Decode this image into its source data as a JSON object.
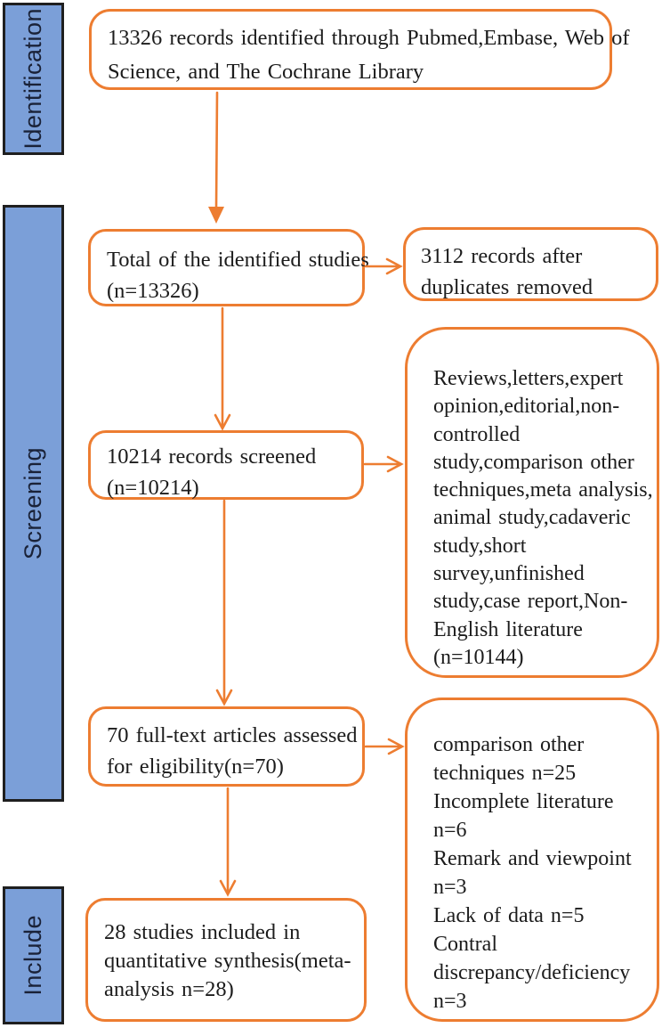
{
  "colors": {
    "accent": "#ED7D31",
    "stage_fill": "#7B9FD8",
    "stage_border": "#1F1F1F",
    "stage_text": "#1A2238",
    "box_text": "#1C1C1C"
  },
  "stages": {
    "identification": "Identification",
    "screening": "Screening",
    "include": "Include"
  },
  "boxes": {
    "records_identified": {
      "lines": [
        "13326 records identified through Pubmed,Embase, Web of",
        "Science, and The Cochrane Library"
      ]
    },
    "total_identified": {
      "lines": [
        "Total of the identified studies",
        "(n=13326)"
      ]
    },
    "duplicates_removed": {
      "lines": [
        "3112 records after",
        "duplicates removed"
      ]
    },
    "records_screened": {
      "lines": [
        "10214 records screened",
        "(n=10214)"
      ]
    },
    "screening_exclusions": {
      "lines": [
        "Reviews,letters,expert",
        "opinion,editorial,non-",
        "controlled",
        "study,comparison other",
        "techniques,meta analysis,",
        "animal study,cadaveric",
        "study,short",
        "survey,unfinished",
        "study,case report,Non-",
        "English literature",
        "(n=10144)"
      ]
    },
    "fulltext_assessed": {
      "lines": [
        "70 full-text articles assessed",
        "for eligibility(n=70)"
      ]
    },
    "fulltext_exclusions": {
      "lines": [
        "comparison other",
        "techniques n=25",
        "Incomplete literature",
        "n=6",
        "Remark and viewpoint",
        "n=3",
        "Lack of data n=5",
        "Contral",
        "discrepancy/deficiency",
        "n=3"
      ]
    },
    "studies_included": {
      "lines": [
        "28 studies included in",
        "quantitative synthesis(meta-",
        "analysis n=28)"
      ]
    }
  }
}
